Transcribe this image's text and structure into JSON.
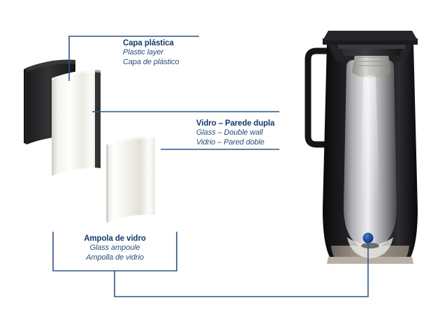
{
  "diagram": {
    "title": "Thermos construction cutaway diagram",
    "accent_color": "#1a4480",
    "line_color": "#2e5584",
    "title_color": "#123a6b",
    "subtitle_color": "#2c4d77",
    "background_color": "#ffffff"
  },
  "callouts": [
    {
      "id": "plastic-layer",
      "title": "Capa plástica",
      "subtitle_en": "Plastic layer",
      "subtitle_es": "Capa de plástico"
    },
    {
      "id": "glass-double-wall",
      "title": "Vidro – Parede dupla",
      "subtitle_en": "Glass – Double wall",
      "subtitle_es": "Vidrio – Pared doble"
    },
    {
      "id": "glass-ampoule",
      "title": "Ampola de vidro",
      "subtitle_en": "Glass ampoule",
      "subtitle_es": "Ampolla de vidrio"
    }
  ],
  "illustration": {
    "panels": [
      {
        "name": "plastic-outer-panel",
        "color": "#2b2b2d"
      },
      {
        "name": "glass-outer-wall-panel",
        "color": "#f2f1ec"
      },
      {
        "name": "glass-inner-wall-panel",
        "color": "#f6f6f3"
      }
    ],
    "thermos": {
      "name": "thermos-cutaway",
      "body_color": "#17171a",
      "ampoule_color": "#b9b9bb",
      "base_color": "#8d8379",
      "anchor_dot_color": "#1a4ea0"
    }
  }
}
